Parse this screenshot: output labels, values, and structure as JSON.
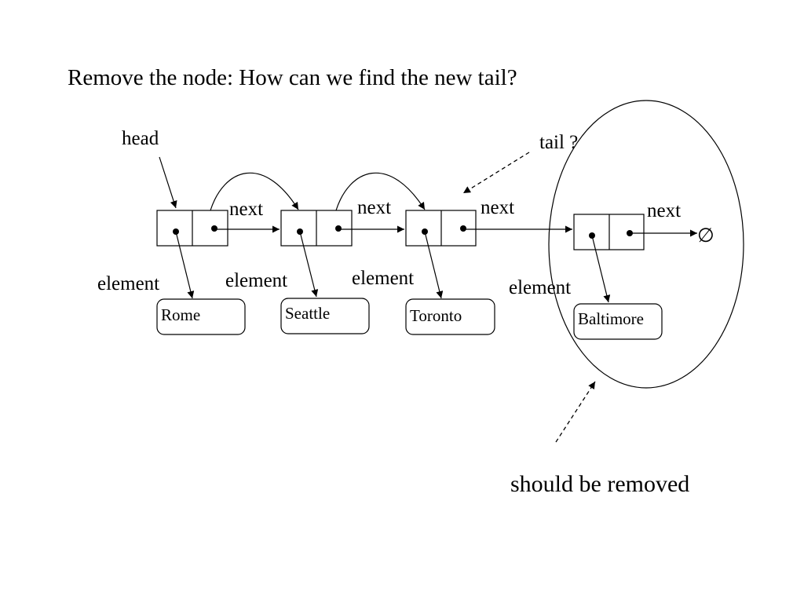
{
  "title": "Remove the node: How can we find the new tail?",
  "labels": {
    "head": "head",
    "tail": "tail ?",
    "next": "next",
    "element": "element",
    "footnote": "should be removed"
  },
  "nodes": [
    {
      "element": "Rome"
    },
    {
      "element": "Seattle"
    },
    {
      "element": "Toronto"
    },
    {
      "element": "Baltimore"
    }
  ],
  "null_symbol": "∅"
}
